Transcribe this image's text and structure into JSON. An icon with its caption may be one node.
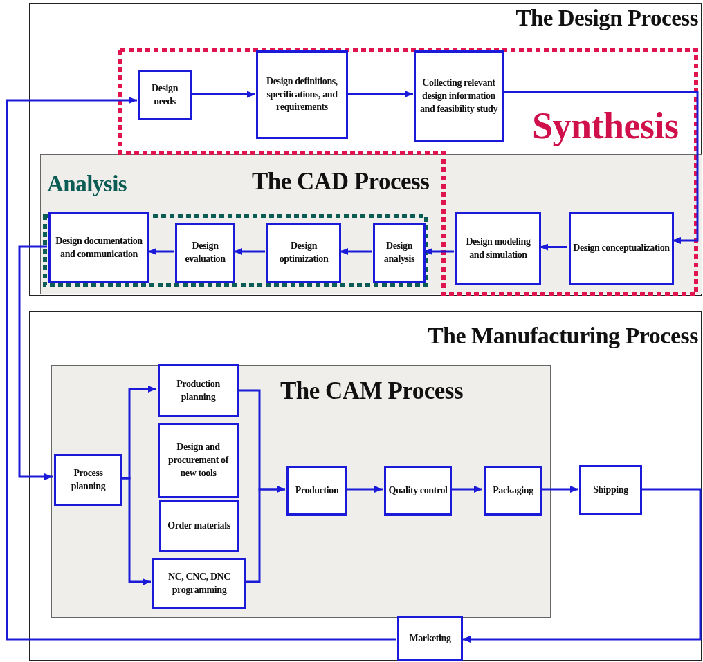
{
  "diagram": {
    "nodes": [
      {
        "text": [
          "The Design Process"
        ]
      },
      {
        "text": [
          "Synthesis"
        ],
        "in": 0
      },
      {
        "text": [
          "The CAD Process"
        ],
        "in": 0
      },
      {
        "text": [
          "Analysis"
        ],
        "in": 2
      },
      {
        "text": [
          "Design needs"
        ],
        "in": 1
      },
      {
        "text": [
          "Design definitions, specifications, and requirements"
        ],
        "in": 1
      },
      {
        "text": [
          "Collecting relevant design information and feasibility study"
        ],
        "in": 1
      },
      {
        "text": [
          "Design conceptualization"
        ],
        "in": 2
      },
      {
        "text": [
          "Design modeling and simulation"
        ],
        "in": 2
      },
      {
        "text": [
          "Design analysis"
        ],
        "in": 3
      },
      {
        "text": [
          "Design optimization"
        ],
        "in": 3
      },
      {
        "text": [
          "Design evaluation"
        ],
        "in": 3
      },
      {
        "text": [
          "Design documentation and communication"
        ],
        "in": 3
      },
      {
        "text": [
          "The Manufacturing Process"
        ]
      },
      {
        "text": [
          "The CAM Process"
        ],
        "in": 13
      },
      {
        "text": [
          "Process planning"
        ],
        "in": 14
      },
      {
        "text": [
          "Production planning"
        ],
        "in": 14
      },
      {
        "text": [
          "Design and procurement of new tools"
        ],
        "in": 14
      },
      {
        "text": [
          "Order materials"
        ],
        "in": 14
      },
      {
        "text": [
          "NC, CNC, DNC programming"
        ],
        "in": 14
      },
      {
        "text": [
          "Production"
        ],
        "in": 14
      },
      {
        "text": [
          "Quality control"
        ],
        "in": 14
      },
      {
        "text": [
          "Packaging"
        ],
        "in": 14
      },
      {
        "text": [
          "Shipping"
        ],
        "in": 13
      },
      {
        "text": [
          "Marketing"
        ],
        "in": 13
      }
    ],
    "edges": [
      {
        "from": 4,
        "to": 5,
        "arrow": "to"
      },
      {
        "from": 5,
        "to": 6,
        "arrow": "to"
      },
      {
        "from": 6,
        "to": 7,
        "arrow": "to"
      },
      {
        "from": 7,
        "to": 8,
        "arrow": "to"
      },
      {
        "from": 8,
        "to": 9,
        "arrow": "to"
      },
      {
        "from": 9,
        "to": 10,
        "arrow": "to"
      },
      {
        "from": 10,
        "to": 11,
        "arrow": "to"
      },
      {
        "from": 11,
        "to": 12,
        "arrow": "to"
      },
      {
        "from": 12,
        "to": 15,
        "arrow": "to"
      },
      {
        "from": 15,
        "to": 16,
        "arrow": "to"
      },
      {
        "from": 15,
        "to": 19,
        "arrow": "to"
      },
      {
        "from": 16,
        "to": 20,
        "arrow": "to"
      },
      {
        "from": 19,
        "to": 20,
        "arrow": "to"
      },
      {
        "from": 20,
        "to": 21,
        "arrow": "to"
      },
      {
        "from": 21,
        "to": 22,
        "arrow": "to"
      },
      {
        "from": 22,
        "to": 23,
        "arrow": "to"
      },
      {
        "from": 23,
        "to": 24,
        "arrow": "to"
      },
      {
        "from": 24,
        "to": 4,
        "arrow": "to"
      }
    ]
  }
}
